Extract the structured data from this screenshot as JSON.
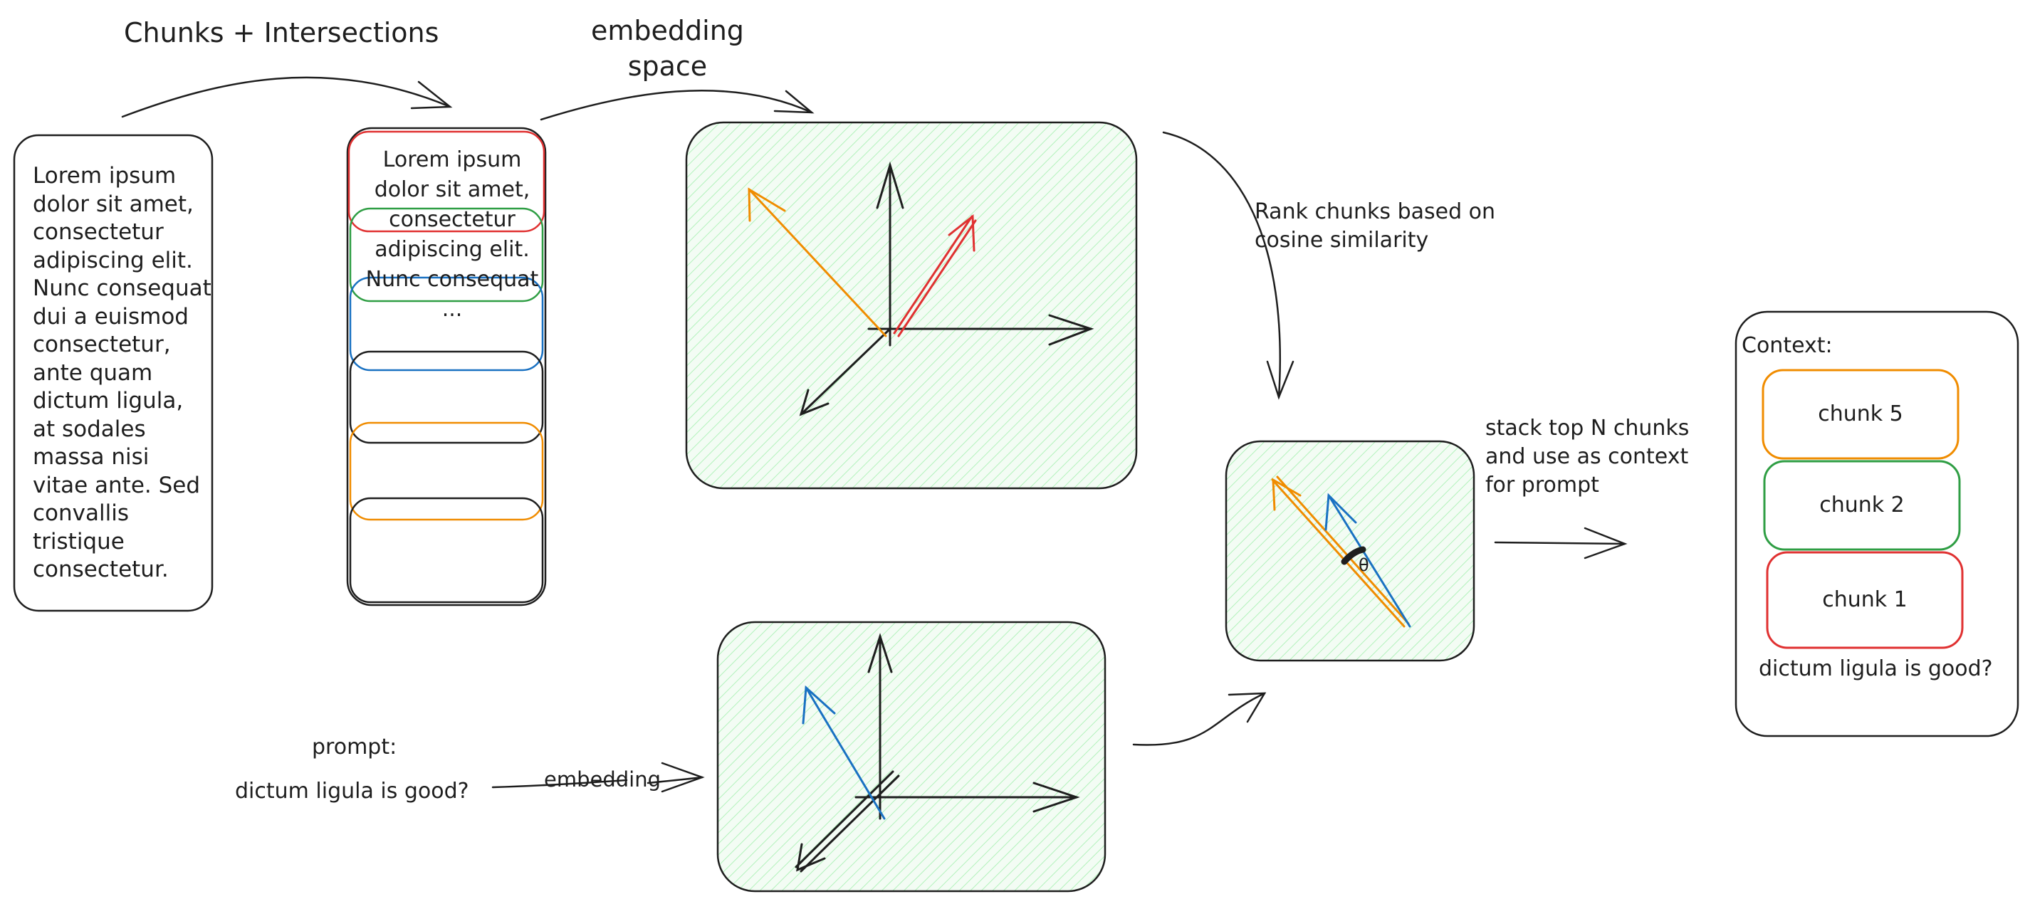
{
  "titles": {
    "chunks_intersections": "Chunks + Intersections",
    "embedding_space": "embedding\nspace"
  },
  "source_document": {
    "text": "Lorem ipsum\ndolor sit amet,\nconsectetur\nadipiscing elit.\nNunc consequat\ndui a euismod\nconsectetur,\nante quam\ndictum ligula,\nat sodales\nmassa nisi\nvitae ante. Sed\nconvallis\ntristique\nconsectetur."
  },
  "chunked_document": {
    "text": "Lorem ipsum\ndolor sit amet,\nconsectetur\nadipiscing elit.\nNunc consequat\n...",
    "chunk_colors": [
      "#e03131",
      "#2f9e44",
      "#1971c2",
      "#1e1e1e",
      "#f08c00",
      "#1e1e1e"
    ]
  },
  "steps": {
    "rank": "Rank chunks based on\ncosine similarity",
    "stack": "stack top N chunks\nand use as context\nfor prompt",
    "embedding_arrow": "embedding"
  },
  "prompt": {
    "label": "prompt:",
    "text": "dictum ligula is good?"
  },
  "similarity": {
    "angle_symbol": "θ"
  },
  "context": {
    "label": "Context:",
    "chunks": [
      {
        "label": "chunk 5",
        "color": "#f08c00"
      },
      {
        "label": "chunk 2",
        "color": "#2f9e44"
      },
      {
        "label": "chunk 1",
        "color": "#e03131"
      }
    ],
    "question": "dictum ligula is good?"
  },
  "colors": {
    "stroke": "#1e1e1e",
    "space_fill": "#b2f2bb",
    "red": "#e03131",
    "green": "#2f9e44",
    "blue": "#1971c2",
    "orange": "#f08c00"
  }
}
